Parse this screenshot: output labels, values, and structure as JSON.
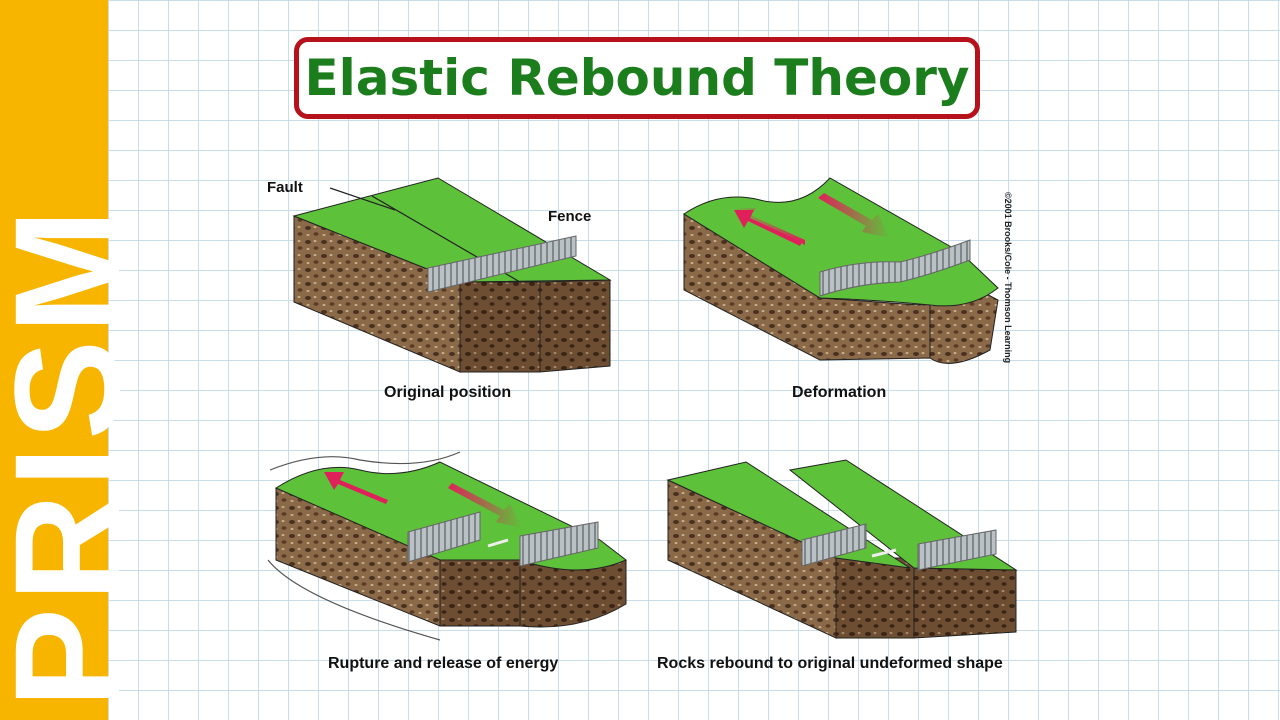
{
  "sidebar": {
    "brand": "PRISM"
  },
  "title": "Elastic Rebound Theory",
  "labels": {
    "fault": "Fault",
    "fence": "Fence"
  },
  "copyright": "©2001 Brooks/Cole - Thomson Learning",
  "panels": [
    {
      "caption": "Original position"
    },
    {
      "caption": "Deformation"
    },
    {
      "caption": "Rupture and release of energy"
    },
    {
      "caption": "Rocks rebound to original undeformed shape"
    }
  ],
  "colors": {
    "sidebar": "#f7b500",
    "title": "#1c7d1c",
    "title_border": "#b5121b",
    "grass": "#5ec13a",
    "soil": "#7a5a3c",
    "arrow": "#e0205a",
    "fence": "#a9b1b5"
  }
}
